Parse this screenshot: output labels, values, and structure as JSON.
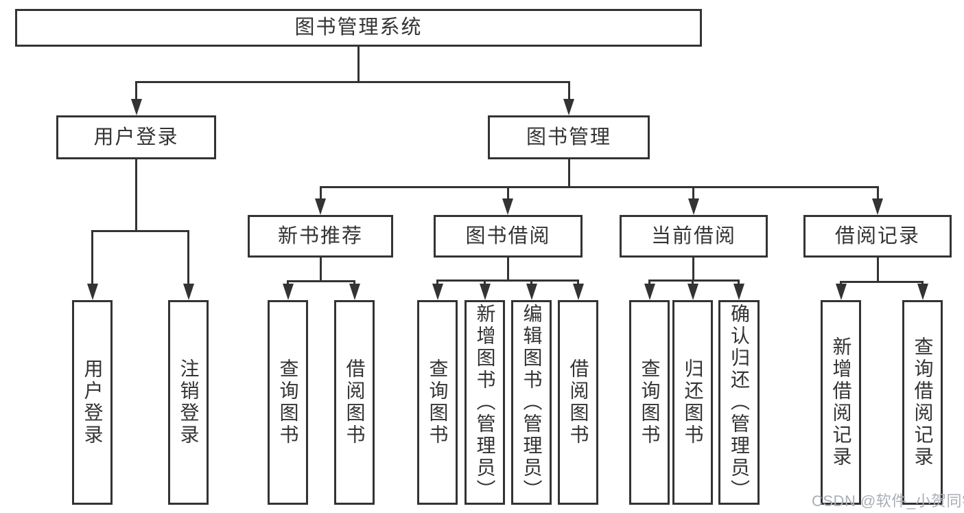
{
  "root": {
    "label": "图书管理系统"
  },
  "level1": {
    "user_login": {
      "label": "用户登录"
    },
    "book_management": {
      "label": "图书管理"
    }
  },
  "level2": {
    "new_book_recommend": {
      "label": "新书推荐"
    },
    "book_borrowing": {
      "label": "图书借阅"
    },
    "current_borrowing": {
      "label": "当前借阅"
    },
    "borrowing_records": {
      "label": "借阅记录"
    }
  },
  "level3": {
    "user_login": {
      "label": "用户登录"
    },
    "logout": {
      "label": "注销登录"
    },
    "recommend_query_books": {
      "label": "查询图书"
    },
    "recommend_borrow_books": {
      "label": "借阅图书"
    },
    "borrowing_query_books": {
      "label": "查询图书"
    },
    "add_books_admin": {
      "label": "新增图书（管理员）"
    },
    "edit_books_admin": {
      "label": "编辑图书（管理员）"
    },
    "borrowing_borrow_books": {
      "label": "借阅图书"
    },
    "current_query_books": {
      "label": "查询图书"
    },
    "return_books": {
      "label": "归还图书"
    },
    "confirm_return_admin": {
      "label": "确认归还（管理员）"
    },
    "add_borrow_record": {
      "label": "新增借阅记录"
    },
    "query_borrow_record": {
      "label": "查询借阅记录"
    }
  },
  "watermark": {
    "label": "CSDN @软件_小贺同学"
  },
  "colors": {
    "line": "#333333",
    "text": "#333333",
    "background": "#ffffff",
    "watermark": "#a9aeb6"
  }
}
